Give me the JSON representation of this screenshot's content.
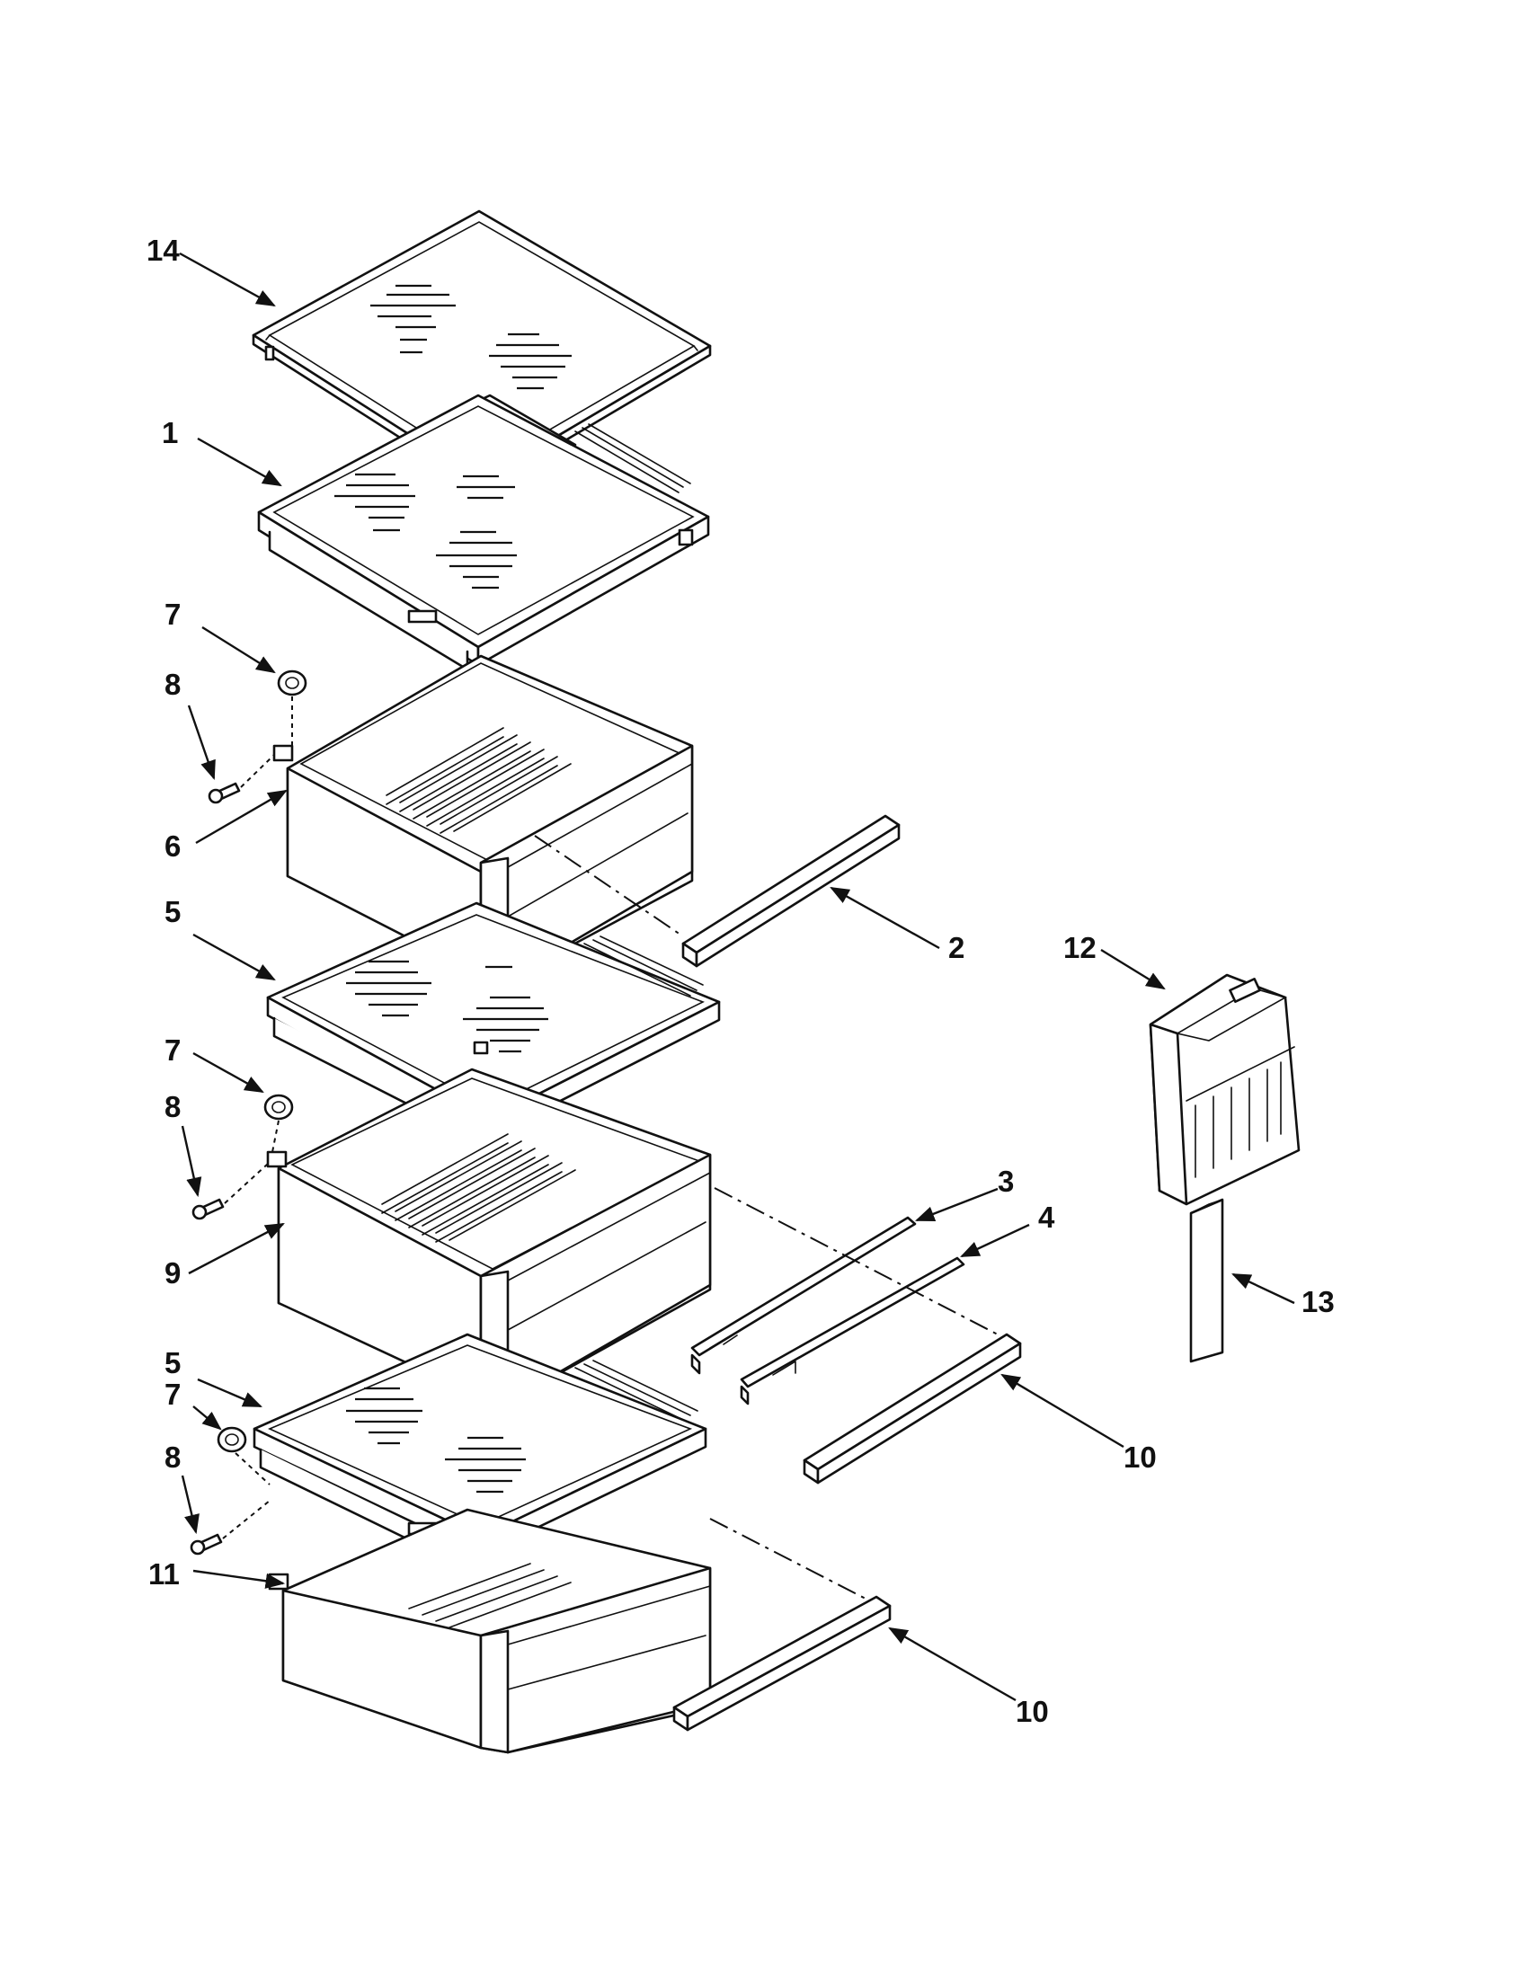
{
  "diagram": {
    "type": "exploded parts diagram",
    "callouts": [
      {
        "id": "c14",
        "label": "14"
      },
      {
        "id": "c1",
        "label": "1"
      },
      {
        "id": "c7a",
        "label": "7"
      },
      {
        "id": "c8a",
        "label": "8"
      },
      {
        "id": "c6",
        "label": "6"
      },
      {
        "id": "c5a",
        "label": "5"
      },
      {
        "id": "c2",
        "label": "2"
      },
      {
        "id": "c12",
        "label": "12"
      },
      {
        "id": "c7b",
        "label": "7"
      },
      {
        "id": "c8b",
        "label": "8"
      },
      {
        "id": "c3",
        "label": "3"
      },
      {
        "id": "c4",
        "label": "4"
      },
      {
        "id": "c9",
        "label": "9"
      },
      {
        "id": "c13",
        "label": "13"
      },
      {
        "id": "c5b",
        "label": "5"
      },
      {
        "id": "c7c",
        "label": "7"
      },
      {
        "id": "c10a",
        "label": "10"
      },
      {
        "id": "c8c",
        "label": "8"
      },
      {
        "id": "c11",
        "label": "11"
      },
      {
        "id": "c10b",
        "label": "10"
      }
    ]
  },
  "colors": {
    "line": "#111111",
    "background": "#ffffff",
    "fill": "#ffffff"
  }
}
